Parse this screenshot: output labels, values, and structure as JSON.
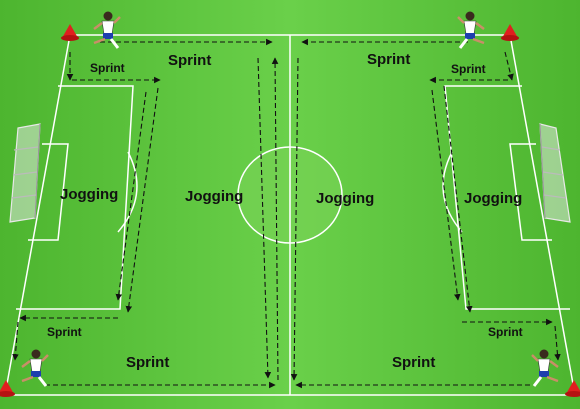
{
  "labels": {
    "sprint_top_left": "Sprint",
    "sprint_left_corner_top": "Sprint",
    "sprint_top_right": "Sprint",
    "sprint_right_corner_top": "Sprint",
    "jogging_left_box": "Jogging",
    "jogging_left_half": "Jogging",
    "jogging_center": "Jogging",
    "jogging_right_box": "Jogging",
    "sprint_left_corner_bottom": "Sprint",
    "sprint_bottom_left": "Sprint",
    "sprint_bottom_right": "Sprint",
    "sprint_right_corner_bottom": "Sprint"
  },
  "colors": {
    "grass": "#5bc43a",
    "grass_light": "#7ad457",
    "lines": "#ffffff",
    "arrows": "#111111",
    "cone": "#e0201e",
    "jersey": "#ffffff",
    "shorts": "#1e3fae"
  },
  "icons": [
    "player-icon",
    "cone-icon",
    "goal-icon"
  ]
}
